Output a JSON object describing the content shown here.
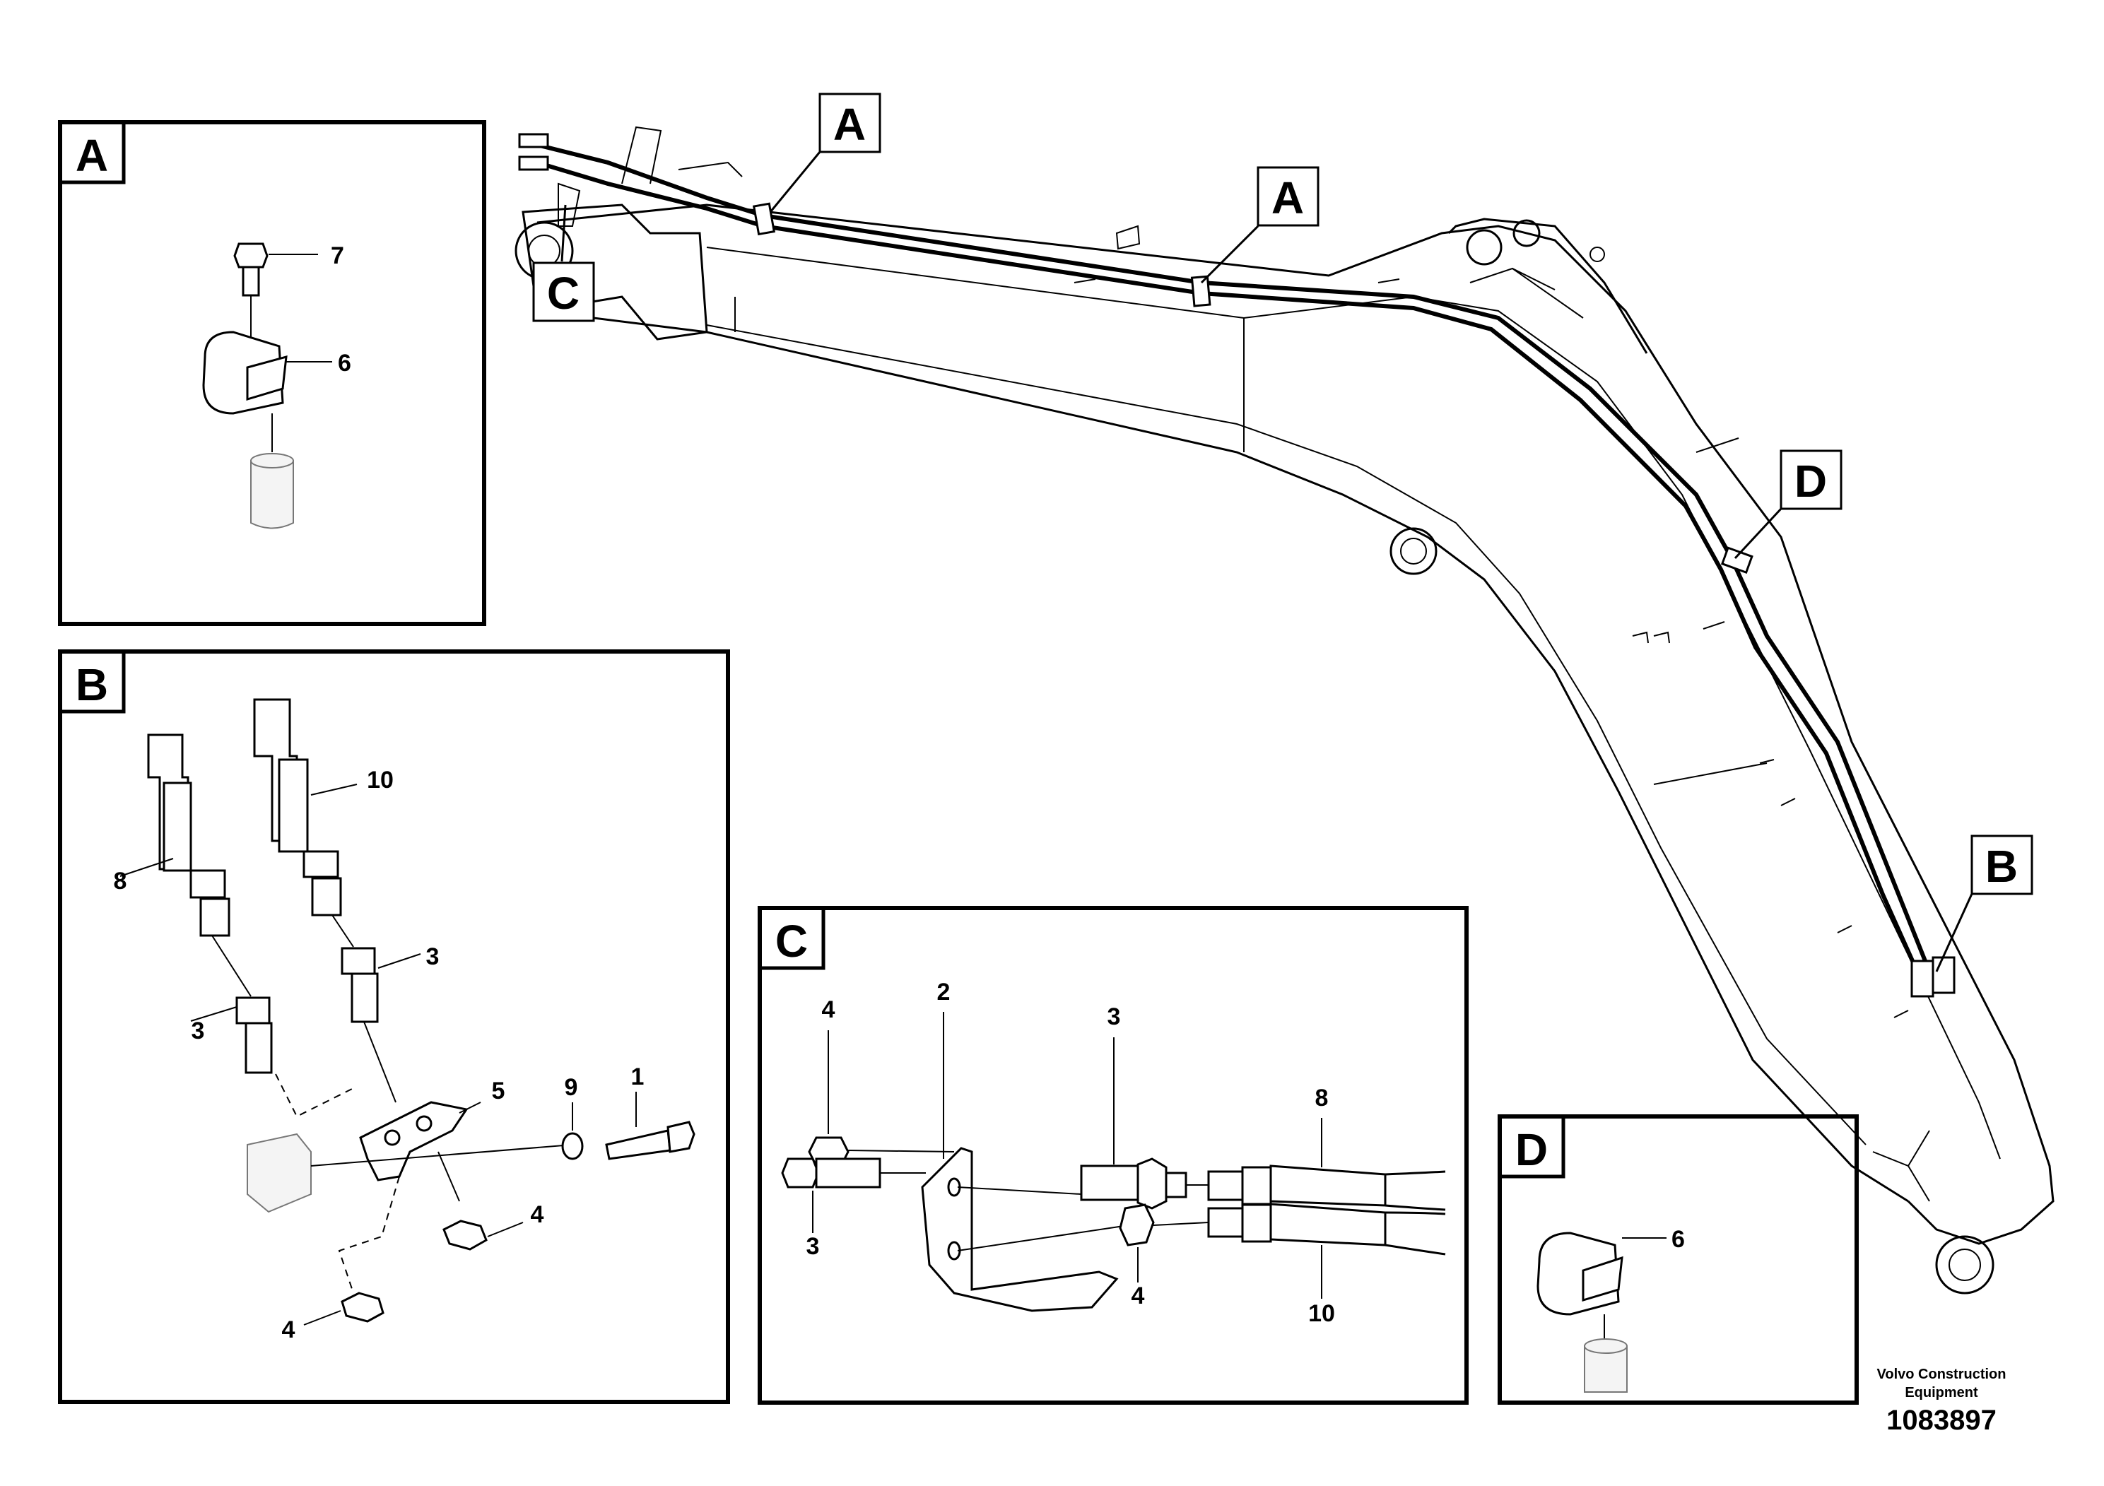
{
  "detail_tags": {
    "a": "A",
    "b": "B",
    "c": "C",
    "d": "D"
  },
  "callouts": {
    "a_top_left": "A",
    "a_top_right": "A",
    "c": "C",
    "d": "D",
    "b": "B"
  },
  "detail_a": {
    "bolt": "7",
    "clamp": "6"
  },
  "detail_b": {
    "hose_left": "8",
    "hose_right": "10",
    "nipple_right": "3",
    "nipple_left": "3",
    "plate": "5",
    "washer": "9",
    "screw": "1",
    "nut_upper": "4",
    "nut_lower": "4"
  },
  "detail_c": {
    "nut_top": "4",
    "bracket": "2",
    "nipple_top": "3",
    "hose_top": "8",
    "nipple_bottom": "3",
    "nut_bottom": "4",
    "hose_bottom": "10"
  },
  "detail_d": {
    "clamp": "6"
  },
  "footer": {
    "company_line1": "Volvo Construction",
    "company_line2": "Equipment",
    "drawing_number": "1083897"
  }
}
